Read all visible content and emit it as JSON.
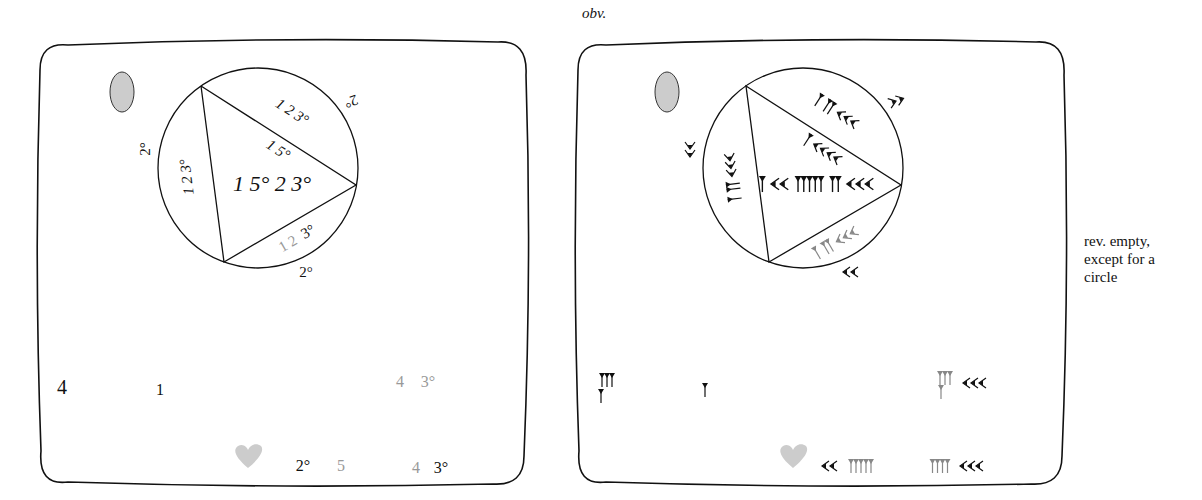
{
  "diagram": {
    "nodes": [
      {
        "text": [
          "4",
          "1",
          "4",
          "3°",
          "2°",
          "5",
          "4",
          "3°"
        ]
      },
      {
        "text": [
          "1 2 3°",
          "2°",
          "1 5°",
          "1 5° 2 3°",
          "1 2 3°",
          "2°",
          "1 2",
          "3°",
          "2°"
        ],
        "in": 0
      }
    ],
    "labels": [
      "obv.",
      "rev. empty, except for a circle"
    ]
  }
}
